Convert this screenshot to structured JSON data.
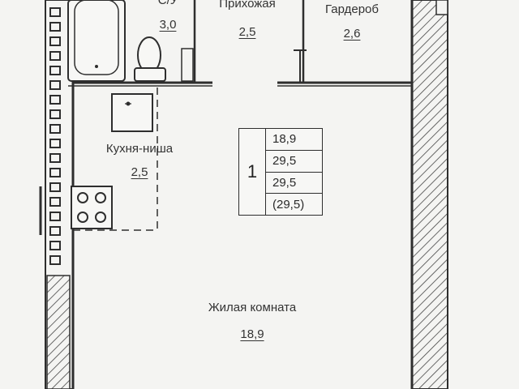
{
  "rooms": {
    "bathroom": {
      "label": "С/У",
      "area": "3,0"
    },
    "hallway": {
      "label": "Прихожая",
      "area": "2,5"
    },
    "wardrobe": {
      "label": "Гардероб",
      "area": "2,6"
    },
    "kitchen": {
      "label": "Кухня-ниша",
      "area": "2,5"
    },
    "living": {
      "label": "Жилая комната",
      "area": "18,9"
    }
  },
  "summary": {
    "rooms_count": "1",
    "values": [
      "18,9",
      "29,5",
      "29,5",
      "(29,5)"
    ]
  },
  "colors": {
    "line": "#2e2e2e",
    "background": "#f4f4f2"
  }
}
